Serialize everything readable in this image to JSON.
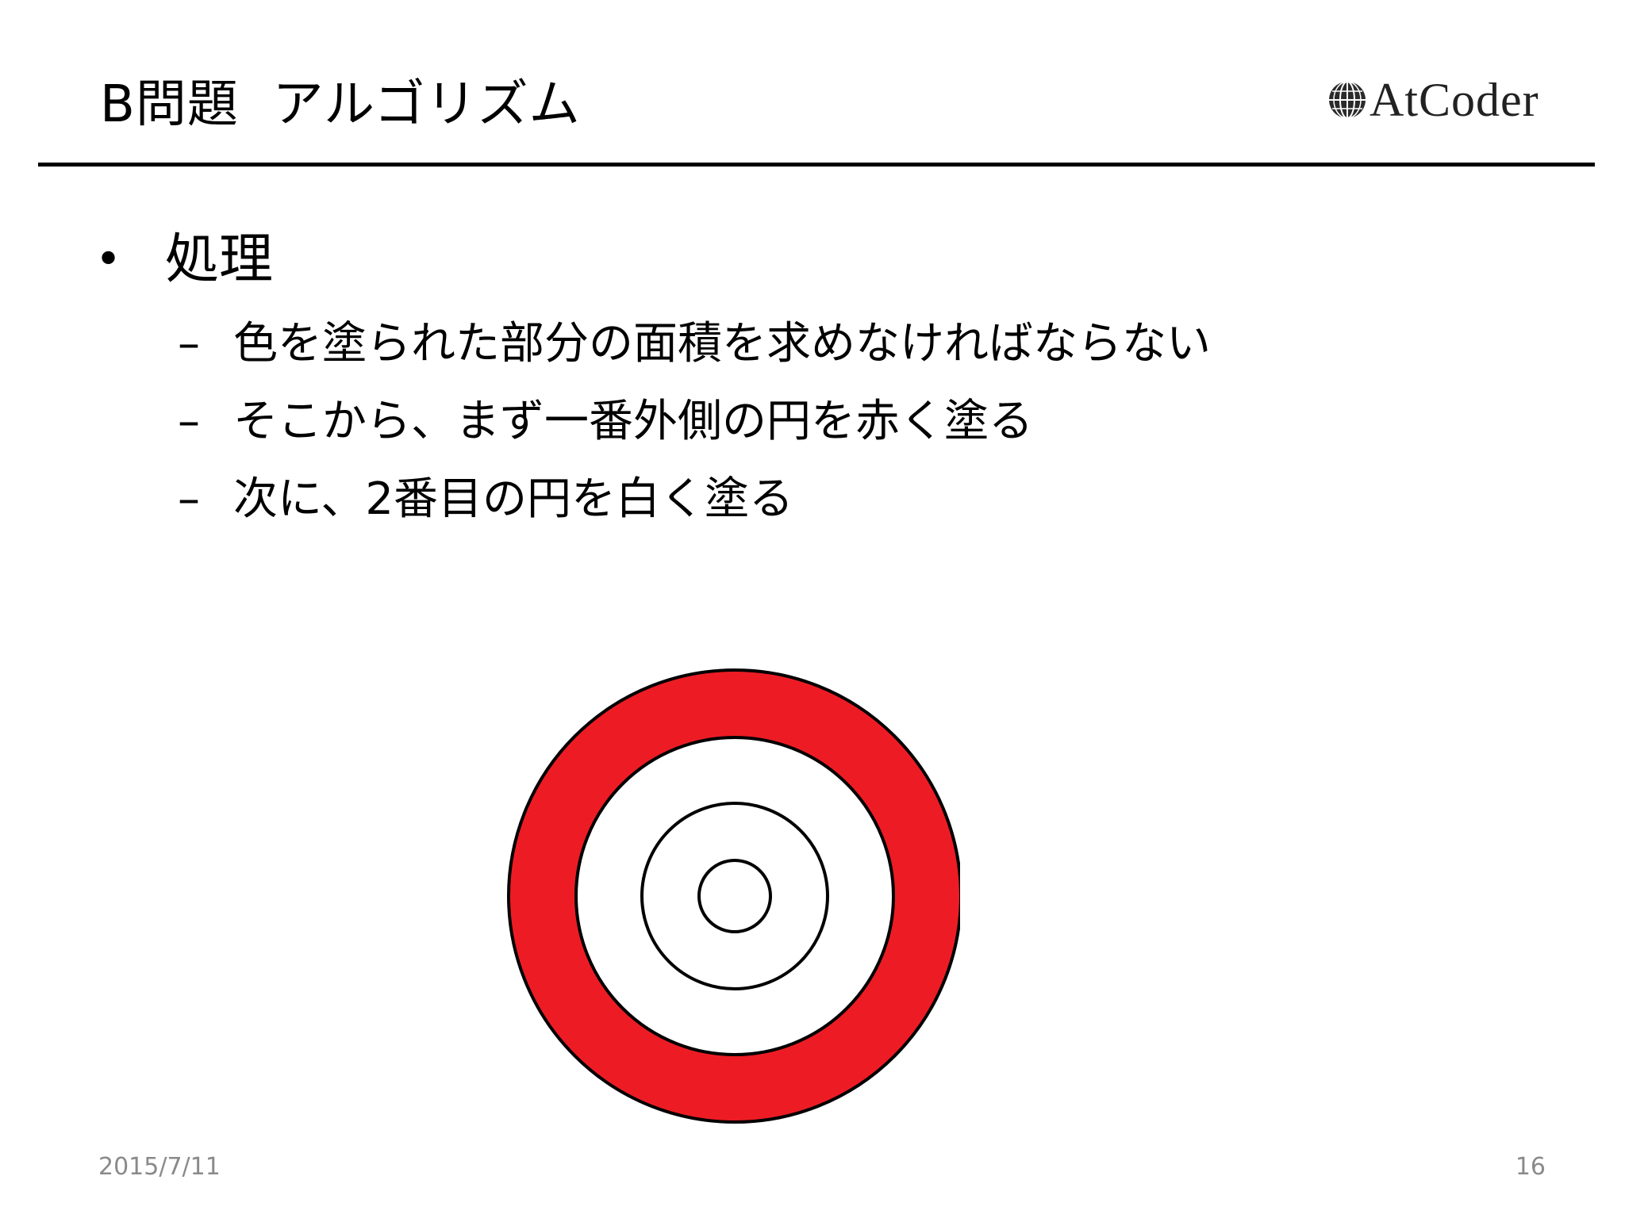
{
  "slide": {
    "title": "B問題  アルゴリズム",
    "logo_text": "AtCoder",
    "logo_icon": "globe-icon",
    "bullet": {
      "marker": "•",
      "text": "処理"
    },
    "sub_items": [
      {
        "marker": "–",
        "text": "色を塗られた部分の面積を求めなければならない"
      },
      {
        "marker": "–",
        "text": "そこから、まず一番外側の円を赤く塗る"
      },
      {
        "marker": "–",
        "text": "次に、2番目の円を白く塗る"
      }
    ],
    "figure": {
      "rings": [
        {
          "fill": "#ED1C24"
        },
        {
          "fill": "#FFFFFF"
        },
        {
          "fill": "#FFFFFF"
        },
        {
          "fill": "#FFFFFF"
        }
      ],
      "stroke": "#000000"
    },
    "footer": {
      "date": "2015/7/11",
      "page": "16"
    }
  }
}
